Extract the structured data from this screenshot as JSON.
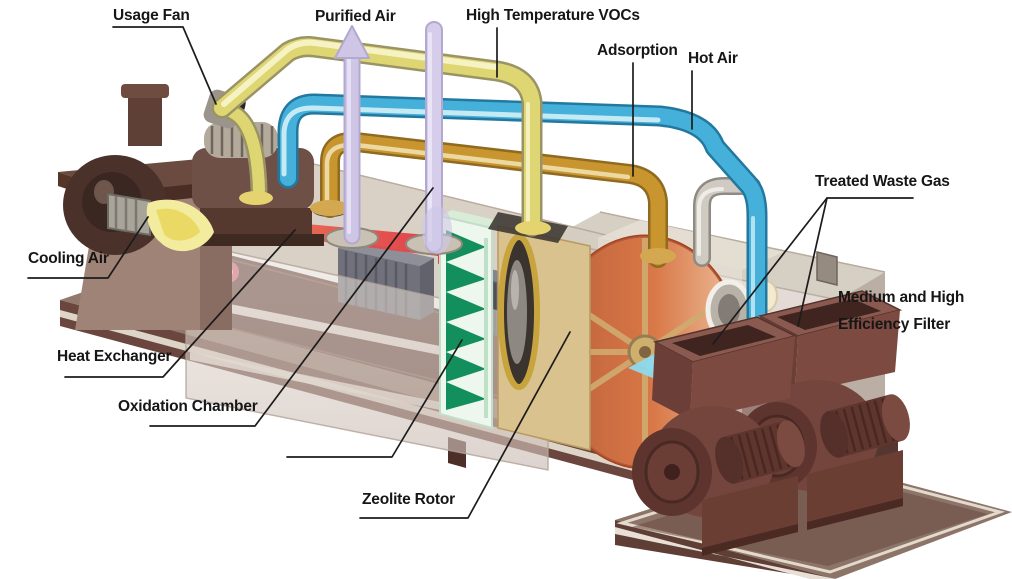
{
  "diagram": {
    "title_hint": "",
    "labels": {
      "usage_fan": "Usage Fan",
      "purified_air": "Purified Air",
      "high_temperature_vocs": "High Temperature VOCs",
      "adsorption": "Adsorption",
      "hot_air": "Hot Air",
      "treated_waste_gas": "Treated Waste Gas",
      "medium_high_filter_line1": "Medium and High",
      "medium_high_filter_line2": "Efficiency Filter",
      "cooling_air": "Cooling Air",
      "heat_exchanger": "Heat Exchanger",
      "oxidation_chamber": "Oxidation Chamber",
      "zeolite_rotor": "Zeolite Rotor"
    },
    "colors": {
      "voc_pipe_yellow": "#ded673",
      "hot_air_pipe_blue": "#45b0da",
      "adsorption_pipe_gold": "#c9952f",
      "purified_air_lavender": "#cfc6e6",
      "machine_base_brown": "#6a463e",
      "exhaust_fan_brown": "#74453c",
      "zeolite_rotor_orange": "#cc5c2e",
      "filter_green": "#128f5c",
      "flame_red": "#e23b52",
      "leader_line_black": "#1c1c1c"
    }
  }
}
